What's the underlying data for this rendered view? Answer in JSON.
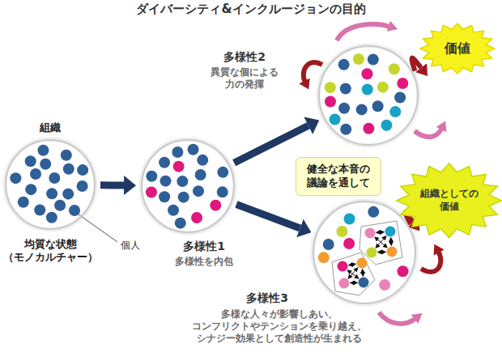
{
  "diagram": {
    "title": "ダイバーシティ&インクルージョンの目的",
    "nodes": [
      {
        "text": [
          "組織",
          "均質な状態 （モノカルチャー）"
        ]
      },
      {
        "text": [
          "多様性1",
          "多様性を内包"
        ]
      },
      {
        "text": [
          "多様性2",
          "異質な個による 力の発揮"
        ]
      },
      {
        "text": [
          "価値"
        ]
      },
      {
        "text": [
          "健全な本音の 議論を通して"
        ]
      },
      {
        "text": [
          "多様性3",
          "多様な人々が影響しあい、 コンフリクトやテンションを乗り越え、 シナジー効果として創造性が生まれる"
        ]
      },
      {
        "text": [
          "組織としての 価値"
        ]
      }
    ],
    "edges": [
      {
        "from": 0,
        "to": 1,
        "arrow": "to"
      },
      {
        "from": 1,
        "to": 2,
        "arrow": "to"
      },
      {
        "from": 1,
        "to": 5,
        "arrow": "to"
      },
      {
        "from": 2,
        "to": 3,
        "arrow": "to"
      },
      {
        "from": 5,
        "to": 6,
        "arrow": "to"
      }
    ],
    "labels": [
      "個人"
    ]
  }
}
